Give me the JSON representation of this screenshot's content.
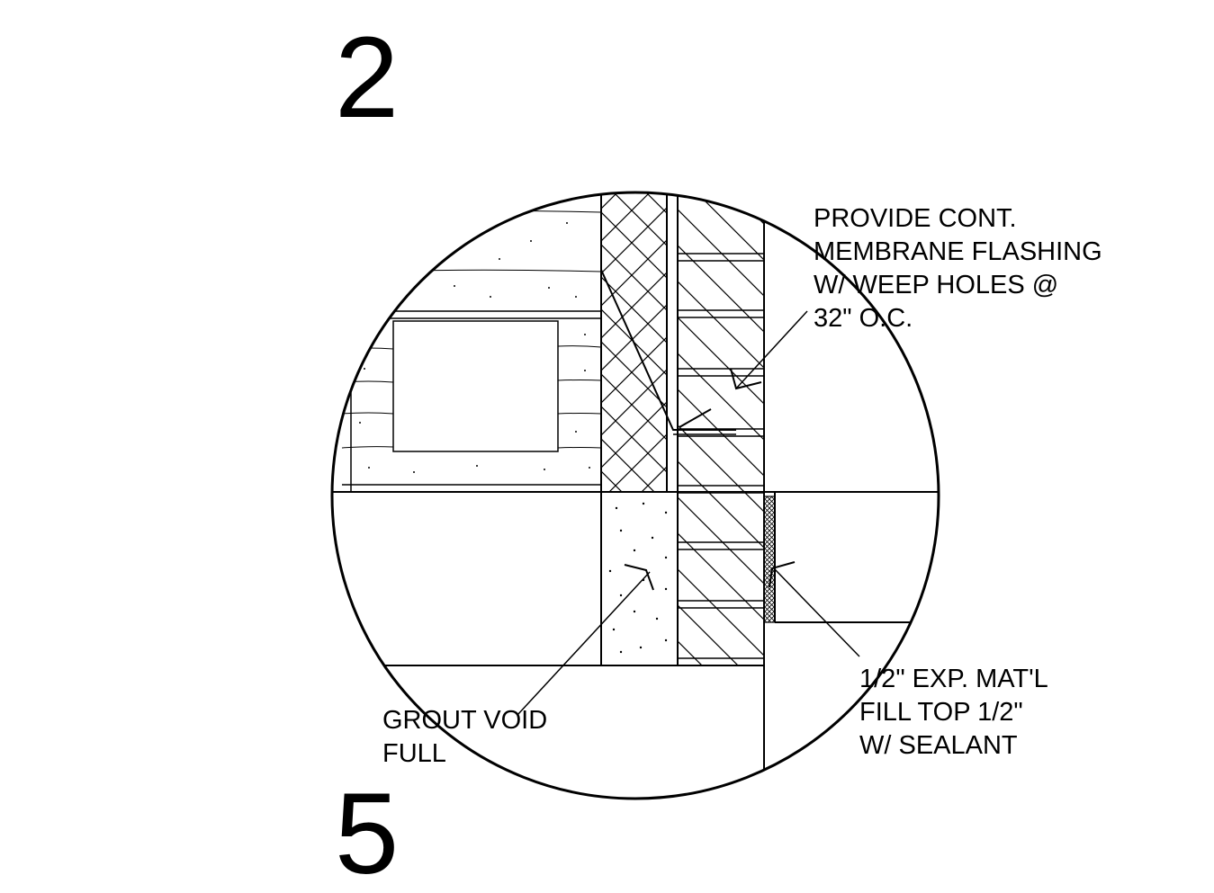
{
  "detail_numbers": {
    "top": "2",
    "bottom": "5"
  },
  "notes": {
    "flashing": [
      "PROVIDE CONT.",
      "MEMBRANE FLASHING",
      "W/ WEEP HOLES @",
      "32\" O.C."
    ],
    "expansion": [
      "1/2\" EXP. MAT'L",
      "FILL TOP 1/2\"",
      "W/ SEALANT"
    ],
    "grout": [
      "GROUT VOID",
      "FULL"
    ]
  },
  "colors": {
    "line": "#000000",
    "background": "#ffffff"
  }
}
